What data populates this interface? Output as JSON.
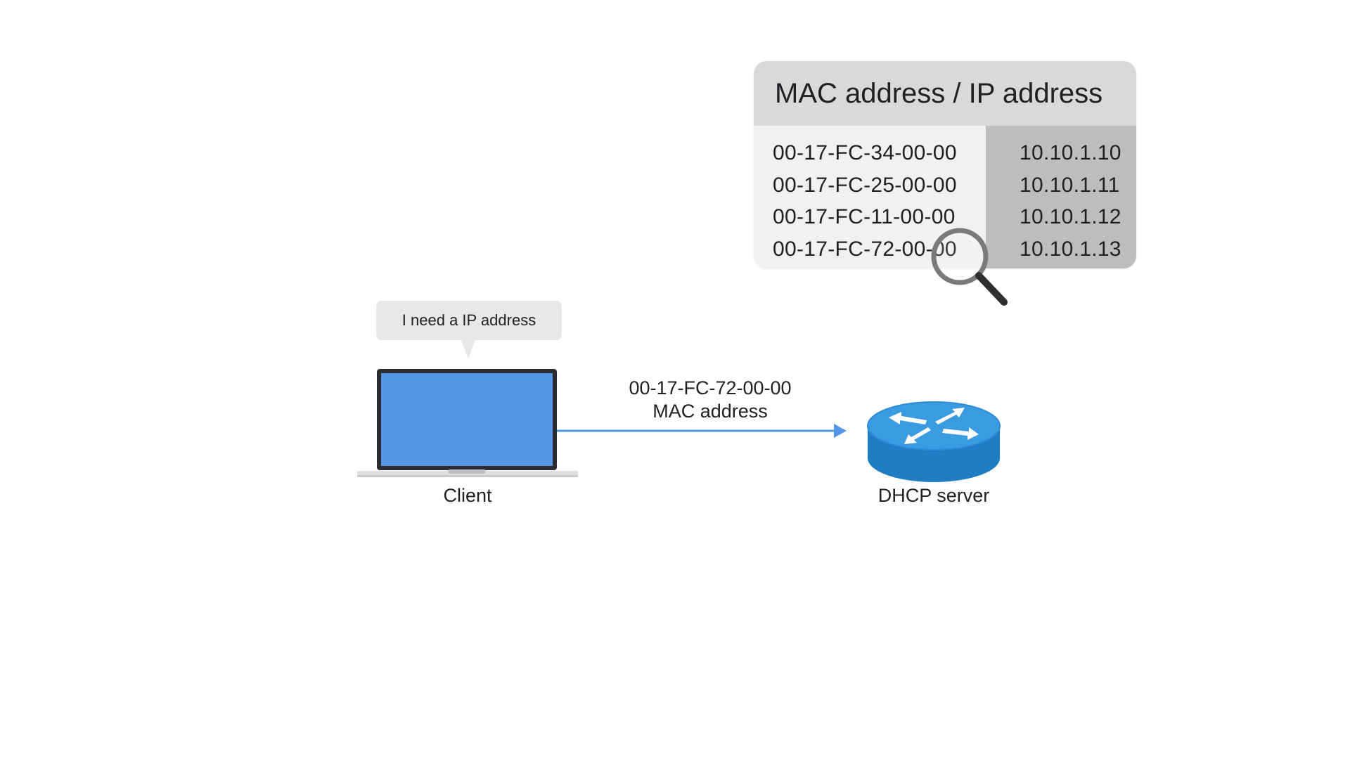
{
  "table": {
    "header": "MAC address / IP address",
    "rows": [
      {
        "mac": "00-17-FC-34-00-00",
        "ip": "10.10.1.10"
      },
      {
        "mac": "00-17-FC-25-00-00",
        "ip": "10.10.1.11"
      },
      {
        "mac": "00-17-FC-11-00-00",
        "ip": "10.10.1.12"
      },
      {
        "mac": "00-17-FC-72-00-00",
        "ip": "10.10.1.13"
      }
    ]
  },
  "client": {
    "speech": "I need a IP address",
    "label": "Client"
  },
  "message": {
    "mac": "00-17-FC-72-00-00",
    "caption": "MAC address"
  },
  "server": {
    "label": "DHCP server"
  },
  "colors": {
    "accent_blue": "#5596e6",
    "router_blue": "#2d8fd5",
    "table_header": "#d9d9d9",
    "ip_column": "#bdbdbd"
  },
  "icons": {
    "magnifier": "magnifying-glass-icon",
    "laptop": "laptop-icon",
    "router": "router-icon"
  }
}
